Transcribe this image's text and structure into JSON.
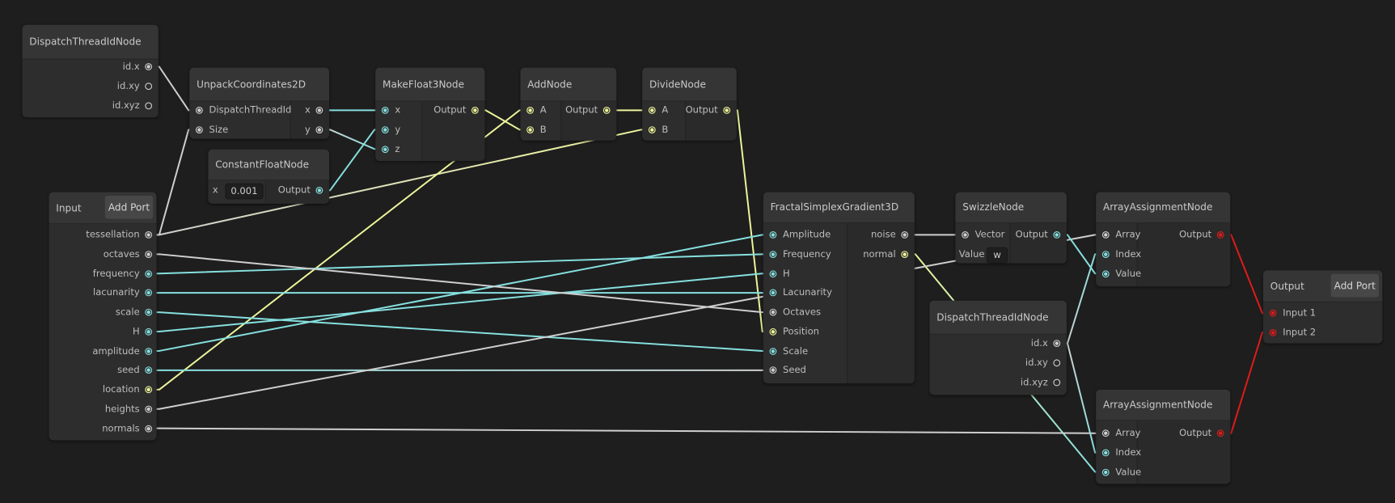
{
  "colors": {
    "cyan": "#86e0e0",
    "yellow": "#eef59a",
    "gray": "#cfcfcf",
    "red": "#e01b1b",
    "canvas": "#1e1e1e"
  },
  "nodes": {
    "d1": {
      "title": "DispatchThreadIdNode",
      "inputs": [],
      "outputs": [
        {
          "label": "id.x",
          "c": "gray"
        },
        {
          "label": "id.xy",
          "c": "gray",
          "hollow": true
        },
        {
          "label": "id.xyz",
          "c": "gray",
          "hollow": true
        }
      ]
    },
    "unpack": {
      "title": "UnpackCoordinates2D",
      "inputs": [
        {
          "label": "DispatchThreadId",
          "c": "gray"
        },
        {
          "label": "Size",
          "c": "gray"
        }
      ],
      "outputs": [
        {
          "label": "x",
          "c": "gray"
        },
        {
          "label": "y",
          "c": "gray"
        }
      ]
    },
    "constf": {
      "title": "ConstantFloatNode",
      "inputs": [],
      "field": {
        "label": "x",
        "value": "0.001"
      },
      "outputs": [
        {
          "label": "Output",
          "c": "cyan"
        }
      ]
    },
    "make3": {
      "title": "MakeFloat3Node",
      "inputs": [
        {
          "label": "x",
          "c": "cyan"
        },
        {
          "label": "y",
          "c": "cyan"
        },
        {
          "label": "z",
          "c": "cyan"
        }
      ],
      "outputs": [
        {
          "label": "Output",
          "c": "yellow"
        }
      ]
    },
    "add": {
      "title": "AddNode",
      "inputs": [
        {
          "label": "A",
          "c": "yellow"
        },
        {
          "label": "B",
          "c": "yellow"
        }
      ],
      "outputs": [
        {
          "label": "Output",
          "c": "yellow"
        }
      ]
    },
    "divide": {
      "title": "DivideNode",
      "inputs": [
        {
          "label": "A",
          "c": "yellow"
        },
        {
          "label": "B",
          "c": "yellow"
        }
      ],
      "outputs": [
        {
          "label": "Output",
          "c": "yellow"
        }
      ]
    },
    "input": {
      "title": "Input",
      "button": "Add Port",
      "inputs": [],
      "outputs": [
        {
          "label": "tessellation",
          "c": "gray"
        },
        {
          "label": "octaves",
          "c": "gray"
        },
        {
          "label": "frequency",
          "c": "cyan"
        },
        {
          "label": "lacunarity",
          "c": "cyan"
        },
        {
          "label": "scale",
          "c": "cyan"
        },
        {
          "label": "H",
          "c": "cyan"
        },
        {
          "label": "amplitude",
          "c": "cyan"
        },
        {
          "label": "seed",
          "c": "cyan"
        },
        {
          "label": "location",
          "c": "yellow"
        },
        {
          "label": "heights",
          "c": "gray"
        },
        {
          "label": "normals",
          "c": "gray"
        }
      ]
    },
    "fractal": {
      "title": "FractalSimplexGradient3D",
      "inputs": [
        {
          "label": "Amplitude",
          "c": "cyan"
        },
        {
          "label": "Frequency",
          "c": "cyan"
        },
        {
          "label": "H",
          "c": "cyan"
        },
        {
          "label": "Lacunarity",
          "c": "cyan"
        },
        {
          "label": "Octaves",
          "c": "gray"
        },
        {
          "label": "Position",
          "c": "yellow"
        },
        {
          "label": "Scale",
          "c": "cyan"
        },
        {
          "label": "Seed",
          "c": "gray"
        }
      ],
      "outputs": [
        {
          "label": "noise",
          "c": "gray"
        },
        {
          "label": "normal",
          "c": "yellow"
        }
      ]
    },
    "swizzle": {
      "title": "SwizzleNode",
      "inputs": [
        {
          "label": "Vector",
          "c": "gray"
        }
      ],
      "field": {
        "label": "Value",
        "value": "w"
      },
      "outputs": [
        {
          "label": "Output",
          "c": "cyan"
        }
      ]
    },
    "d2": {
      "title": "DispatchThreadIdNode",
      "inputs": [],
      "outputs": [
        {
          "label": "id.x",
          "c": "gray"
        },
        {
          "label": "id.xy",
          "c": "gray",
          "hollow": true
        },
        {
          "label": "id.xyz",
          "c": "gray",
          "hollow": true
        }
      ]
    },
    "arr1": {
      "title": "ArrayAssignmentNode",
      "inputs": [
        {
          "label": "Array",
          "c": "gray"
        },
        {
          "label": "Index",
          "c": "cyan"
        },
        {
          "label": "Value",
          "c": "cyan"
        }
      ],
      "outputs": [
        {
          "label": "Output",
          "c": "red"
        }
      ]
    },
    "arr2": {
      "title": "ArrayAssignmentNode",
      "inputs": [
        {
          "label": "Array",
          "c": "gray"
        },
        {
          "label": "Index",
          "c": "cyan"
        },
        {
          "label": "Value",
          "c": "cyan"
        }
      ],
      "outputs": [
        {
          "label": "Output",
          "c": "red"
        }
      ]
    },
    "output": {
      "title": "Output",
      "button": "Add Port",
      "inputs": [
        {
          "label": "Input 1",
          "c": "red"
        },
        {
          "label": "Input 2",
          "c": "red"
        }
      ],
      "outputs": []
    }
  },
  "edges": [
    {
      "from": "d1.0",
      "to": "unpack.0"
    },
    {
      "from": "input.0",
      "to": "unpack.1"
    },
    {
      "from": "input.0",
      "to": "divide.1"
    },
    {
      "from": "unpack.0",
      "to": "make3.0",
      "c": "cyan"
    },
    {
      "from": "unpack.1",
      "to": "make3.2"
    },
    {
      "from": "constf.0",
      "to": "make3.1"
    },
    {
      "from": "make3.0",
      "to": "add.1"
    },
    {
      "from": "input.8",
      "to": "add.0"
    },
    {
      "from": "add.0",
      "to": "divide.0"
    },
    {
      "from": "divide.0",
      "to": "fractal.5"
    },
    {
      "from": "input.6",
      "to": "fractal.0"
    },
    {
      "from": "input.2",
      "to": "fractal.1"
    },
    {
      "from": "input.5",
      "to": "fractal.2"
    },
    {
      "from": "input.3",
      "to": "fractal.3"
    },
    {
      "from": "input.1",
      "to": "fractal.4"
    },
    {
      "from": "input.4",
      "to": "fractal.6"
    },
    {
      "from": "input.7",
      "to": "fractal.7"
    },
    {
      "from": "fractal.0",
      "to": "swizzle.0"
    },
    {
      "from": "fractal.1",
      "to": "arr2.2"
    },
    {
      "from": "input.9",
      "to": "arr1.0"
    },
    {
      "from": "input.10",
      "to": "arr2.0"
    },
    {
      "from": "swizzle.0",
      "to": "arr1.2"
    },
    {
      "from": "d2.0",
      "to": "arr1.1"
    },
    {
      "from": "d2.0",
      "to": "arr2.1"
    },
    {
      "from": "arr1.0",
      "to": "output.0"
    },
    {
      "from": "arr2.0",
      "to": "output.1"
    }
  ]
}
